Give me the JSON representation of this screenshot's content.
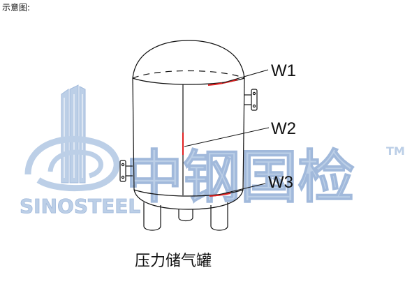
{
  "header_label": "示意图:",
  "diagram": {
    "caption": "压力储气罐",
    "welds": [
      {
        "id": "w1",
        "label": "W1"
      },
      {
        "id": "w2",
        "label": "W2"
      },
      {
        "id": "w3",
        "label": "W3"
      }
    ]
  },
  "watermark": {
    "brand_latin": "SINOSTEEL",
    "brand_cn": "中钢国检",
    "trademark": "TM"
  },
  "colors": {
    "line": "#111111",
    "weld_marker": "#e02020",
    "watermark_blue": "#b9cde6",
    "watermark_blue_dark": "#9cb6da"
  }
}
